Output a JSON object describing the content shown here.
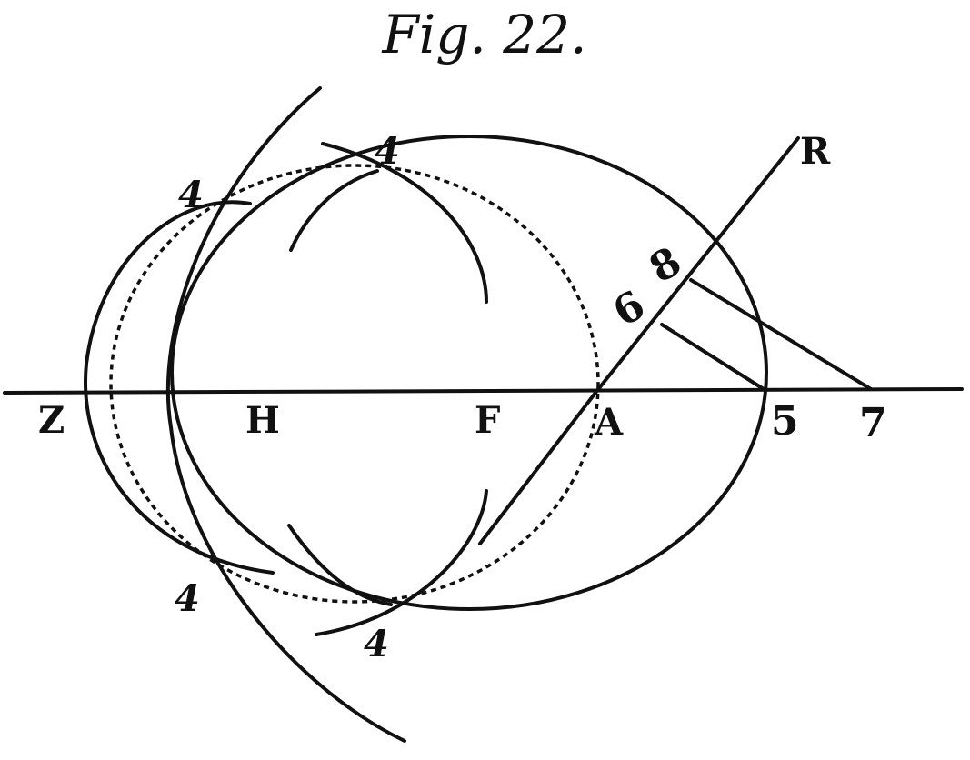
{
  "caption": "Fig. 22.",
  "labels": {
    "Z": "Z",
    "H": "H",
    "F": "F",
    "A": "A",
    "five": "5",
    "seven": "7",
    "R": "R",
    "six": "6",
    "eight": "8",
    "four_top_left": "4",
    "four_top_mid": "4",
    "four_bottom_left": "4",
    "four_bottom_mid": "4"
  },
  "colors": {
    "ink": "#111111",
    "paper": "#ffffff"
  }
}
